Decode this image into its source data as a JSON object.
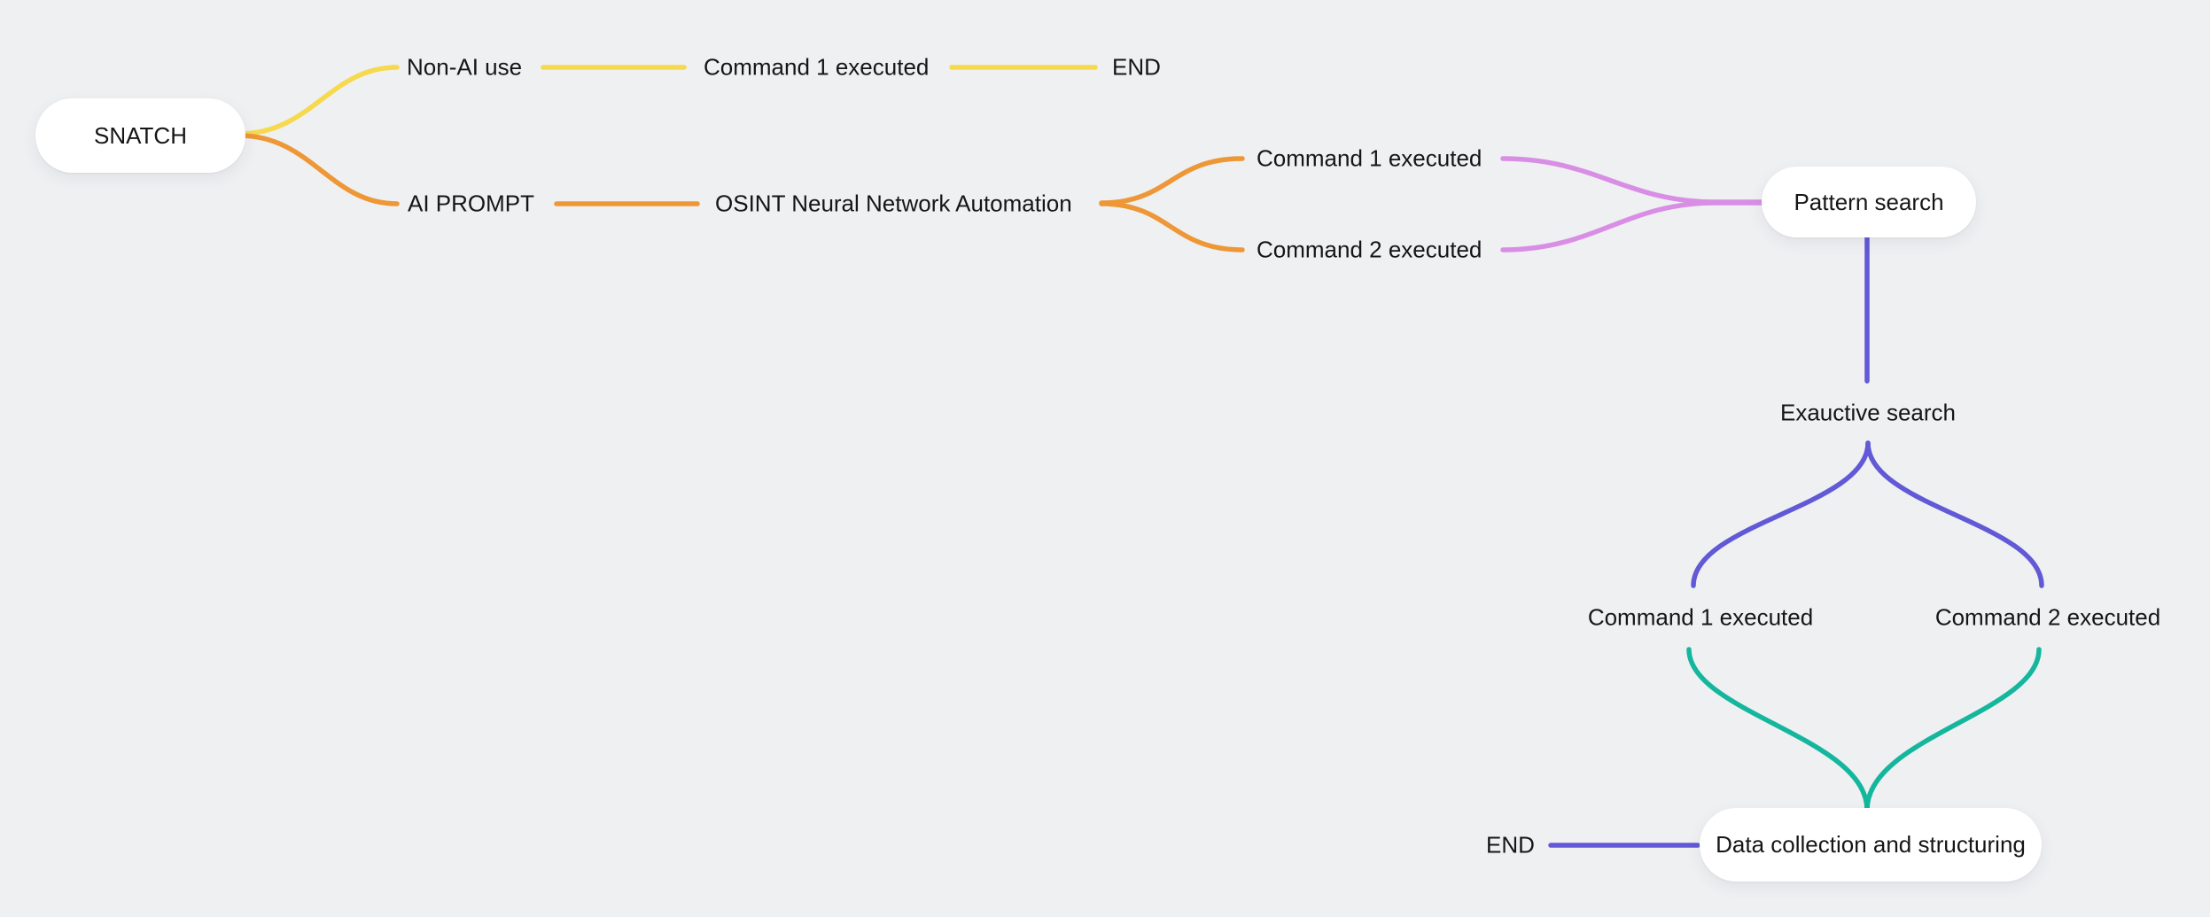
{
  "canvas": {
    "background": "#eff0f2",
    "node_background": "#ffffff",
    "text_color": "#161616"
  },
  "colors": {
    "yellow": "#f6d94e",
    "orange": "#ee9737",
    "pink": "#d98ee6",
    "purple": "#6159d6",
    "teal": "#14b79d"
  },
  "mindmap": {
    "root": {
      "label": "SNATCH"
    },
    "non_ai_branch": {
      "non_ai_use": "Non-AI use",
      "command_1": "Command 1 executed",
      "end": "END"
    },
    "ai_branch": {
      "ai_prompt": "AI PROMPT",
      "osint": "OSINT Neural Network Automation",
      "command_1": "Command 1 executed",
      "command_2": "Command 2 executed"
    },
    "pattern_search": {
      "label": "Pattern search"
    },
    "exauctive_search": {
      "label": "Exauctive search",
      "command_1": "Command 1 executed",
      "command_2": "Command 2 executed"
    },
    "data_collection": {
      "label": "Data collection and structuring",
      "end": "END"
    }
  }
}
